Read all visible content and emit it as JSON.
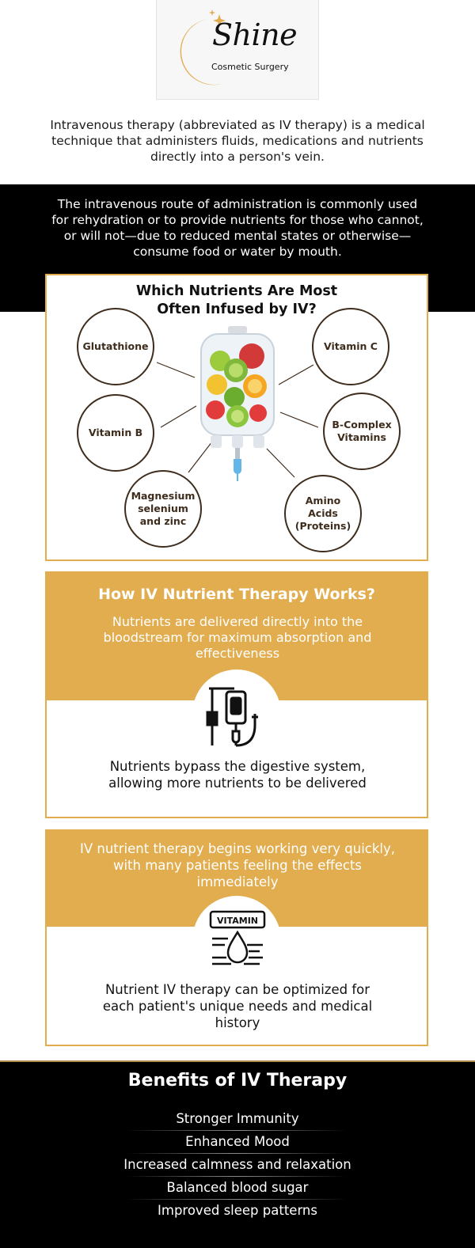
{
  "brand": {
    "name": "Shine",
    "tagline": "Cosmetic Surgery",
    "accent_color": "#e1ad4f"
  },
  "intro_text": "Intravenous therapy (abbreviated as IV therapy) is a medical technique that administers fluids, medications and nutrients directly into a person's vein.",
  "route_text": "The intravenous route of administration is commonly used for rehydration or to provide nutrients for those who cannot, or will not—due to reduced mental states or otherwise—consume food or water by mouth.",
  "nutrients_section": {
    "title_line1": "Which Nutrients Are Most",
    "title_line2": "Often Infused by IV?",
    "center_icon": "iv-bag-fruit-icon",
    "items": [
      "Glutathione",
      "Vitamin C",
      "Vitamin B",
      "B-Complex Vitamins",
      "Magnesium selenium and zinc",
      "Amino Acids (Proteins)"
    ]
  },
  "how_it_works": {
    "heading": "How IV Nutrient Therapy Works?",
    "subtext": "Nutrients are delivered directly into the bloodstream for maximum absorption and effectiveness",
    "icon": "iv-drip-icon",
    "body": "Nutrients bypass the digestive system, allowing more nutrients to be delivered"
  },
  "quick_effects": {
    "subtext": "IV nutrient therapy begins working very quickly, with many patients feeling the effects immediately",
    "icon": "vitamin-drop-icon",
    "icon_label": "VITAMIN",
    "body": "Nutrient IV therapy can be optimized for each patient's unique needs and medical history"
  },
  "benefits": {
    "title": "Benefits of IV Therapy",
    "items": [
      "Stronger Immunity",
      "Enhanced Mood",
      "Increased calmness and relaxation",
      "Balanced blood sugar",
      "Improved sleep patterns"
    ]
  }
}
